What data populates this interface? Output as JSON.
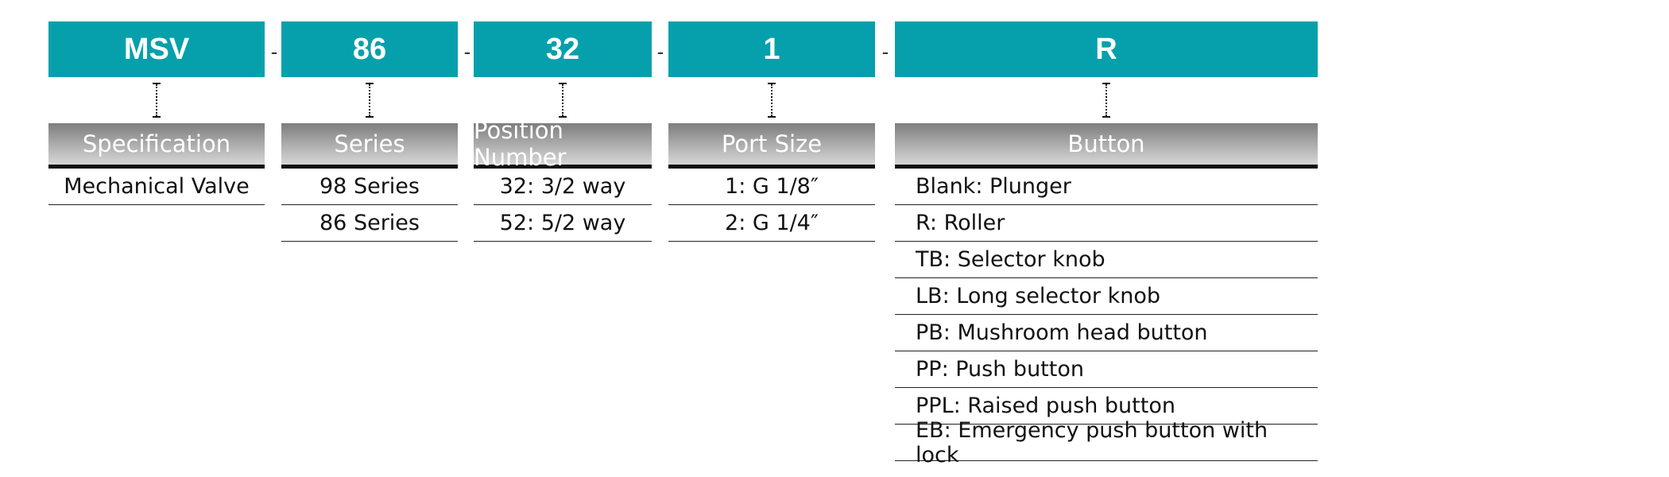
{
  "separator": "-",
  "columns": [
    {
      "code": "MSV",
      "heading": "Specification",
      "options": [
        "Mechanical Valve"
      ]
    },
    {
      "code": "86",
      "heading": "Series",
      "options": [
        "98 Series",
        "86 Series"
      ]
    },
    {
      "code": "32",
      "heading": "Position Number",
      "options": [
        "32: 3/2 way",
        "52: 5/2 way"
      ]
    },
    {
      "code": "1",
      "heading": "Port Size",
      "options": [
        "1: G 1/8″",
        "2: G 1/4″"
      ]
    },
    {
      "code": "R",
      "heading": "Button",
      "options": [
        "Blank: Plunger",
        "R: Roller",
        "TB: Selector knob",
        "LB: Long selector knob",
        "PB: Mushroom head button",
        "PP: Push button",
        "PPL: Raised push button",
        "EB: Emergency push button with lock"
      ]
    }
  ],
  "colors": {
    "code_bg": "#06a0ac",
    "header_gradient_top": "#7d7d7d",
    "header_gradient_bottom": "#d7d7d7",
    "rule": "#111111"
  }
}
